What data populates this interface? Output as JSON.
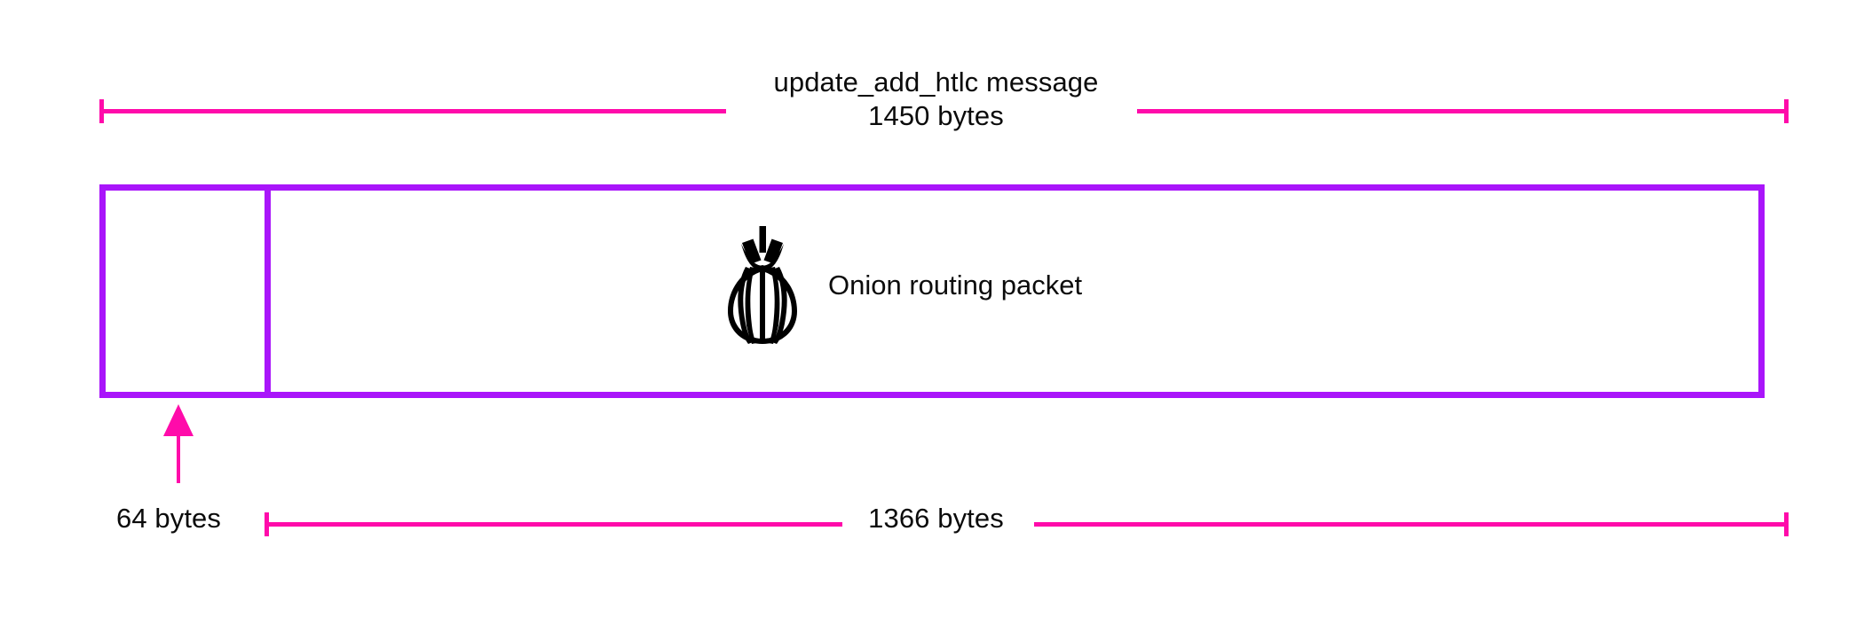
{
  "diagram": {
    "title": "update_add_htlc message structure",
    "background_color": "#ffffff",
    "accent_colors": {
      "dimension": "#ff0baa",
      "packet_border": "#a915fa",
      "text": "#0b0b0b"
    },
    "top_dimension": {
      "label_line_1": "update_add_htlc message",
      "label_line_2": "1450 bytes",
      "value": 1450,
      "unit": "bytes"
    },
    "bottom_dimension": {
      "label": "1366 bytes",
      "value": 1366,
      "unit": "bytes"
    },
    "left_field": {
      "label": "64 bytes",
      "value": 64,
      "unit": "bytes",
      "icon": "up-arrow-icon"
    },
    "payload_field": {
      "label": "Onion routing packet",
      "icon": "onion-icon"
    }
  }
}
